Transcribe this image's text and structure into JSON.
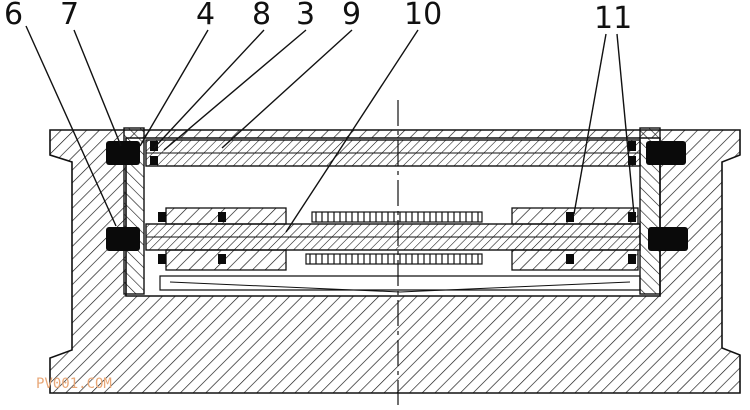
{
  "callouts": [
    {
      "id": "6",
      "text": "6"
    },
    {
      "id": "7",
      "text": "7"
    },
    {
      "id": "4",
      "text": "4"
    },
    {
      "id": "8",
      "text": "8"
    },
    {
      "id": "3",
      "text": "3"
    },
    {
      "id": "9",
      "text": "9"
    },
    {
      "id": "10",
      "text": "10"
    },
    {
      "id": "11",
      "text": "11"
    }
  ],
  "watermark": "PV001.COM",
  "colors": {
    "line": "#111111",
    "seal": "#0a0a0a",
    "background": "#ffffff",
    "watermark": "#e8a878"
  }
}
